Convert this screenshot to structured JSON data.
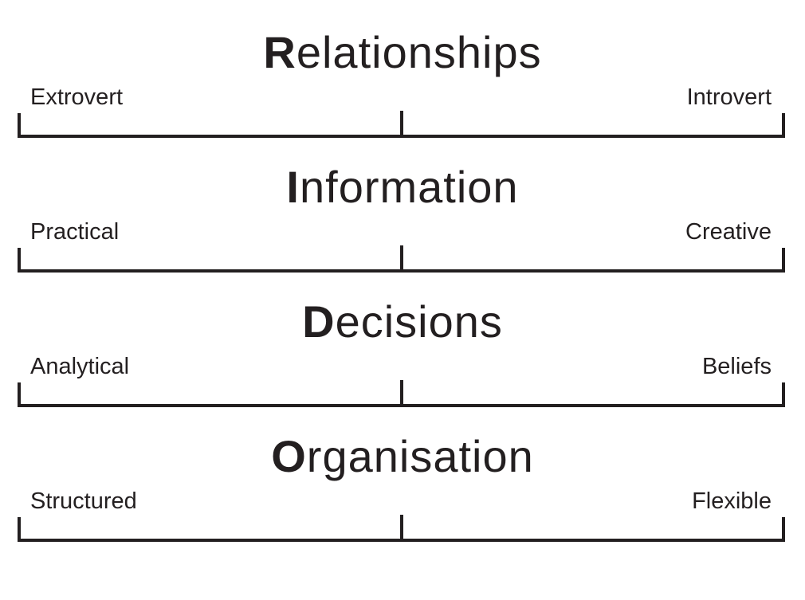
{
  "colors": {
    "ink": "#231f20",
    "background": "#ffffff"
  },
  "scales": [
    {
      "title_initial": "R",
      "title_rest": "elationships",
      "left_pole": "Extrovert",
      "right_pole": "Introvert"
    },
    {
      "title_initial": "I",
      "title_rest": "nformation",
      "left_pole": "Practical",
      "right_pole": "Creative"
    },
    {
      "title_initial": "D",
      "title_rest": "ecisions",
      "left_pole": "Analytical",
      "right_pole": "Beliefs"
    },
    {
      "title_initial": "O",
      "title_rest": "rganisation",
      "left_pole": "Structured",
      "right_pole": "Flexible"
    }
  ]
}
